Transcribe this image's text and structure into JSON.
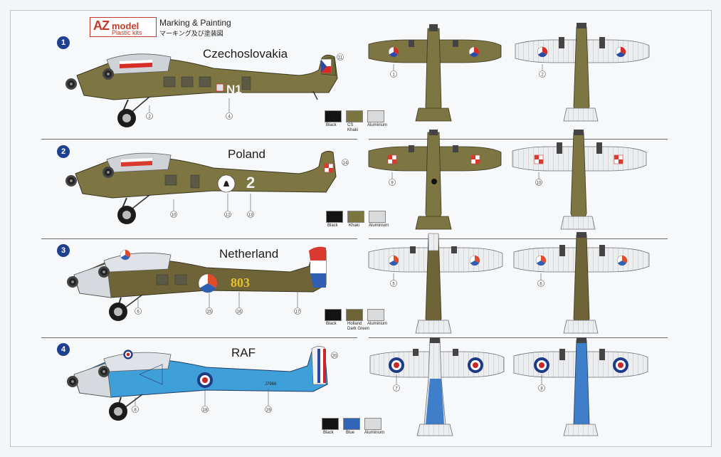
{
  "header": {
    "brand_az": "AZ",
    "brand_model": "model",
    "brand_kits": "Plastic kits",
    "title": "Marking & Painting",
    "title_jp": "マーキング及び塗装図"
  },
  "schemes": [
    {
      "index": "1",
      "country": "Czechoslovakia",
      "fuselage_code": "N1",
      "callouts": [
        "11",
        "2",
        "4",
        "1",
        "2"
      ],
      "swatches": [
        {
          "label": "Black",
          "color": "#141414"
        },
        {
          "label": "CS\nKhaki",
          "color": "#7b7540"
        },
        {
          "label": "Aluminium",
          "color": "#d9dadc"
        }
      ]
    },
    {
      "index": "2",
      "country": "Poland",
      "fuselage_code": "2",
      "callouts": [
        "14",
        "10",
        "12",
        "13",
        "9",
        "10"
      ],
      "swatches": [
        {
          "label": "Black",
          "color": "#141414"
        },
        {
          "label": "Khaki",
          "color": "#7b7540"
        },
        {
          "label": "Aluminium",
          "color": "#d9dadc"
        }
      ]
    },
    {
      "index": "3",
      "country": "Netherland",
      "fuselage_code": "803",
      "callouts": [
        "6",
        "15",
        "16",
        "17",
        "5",
        "6"
      ],
      "swatches": [
        {
          "label": "Black",
          "color": "#141414"
        },
        {
          "label": "Holland\nDark Green",
          "color": "#6f6437"
        },
        {
          "label": "Aluminium",
          "color": "#d9dadc"
        }
      ]
    },
    {
      "index": "4",
      "country": "RAF",
      "fuselage_code": "J7986",
      "callouts": [
        "20",
        "8",
        "18",
        "19",
        "7",
        "8"
      ],
      "swatches": [
        {
          "label": "Black",
          "color": "#141414"
        },
        {
          "label": "Blue",
          "color": "#2f64b8"
        },
        {
          "label": "Aluminium",
          "color": "#d9dadc"
        }
      ]
    }
  ]
}
